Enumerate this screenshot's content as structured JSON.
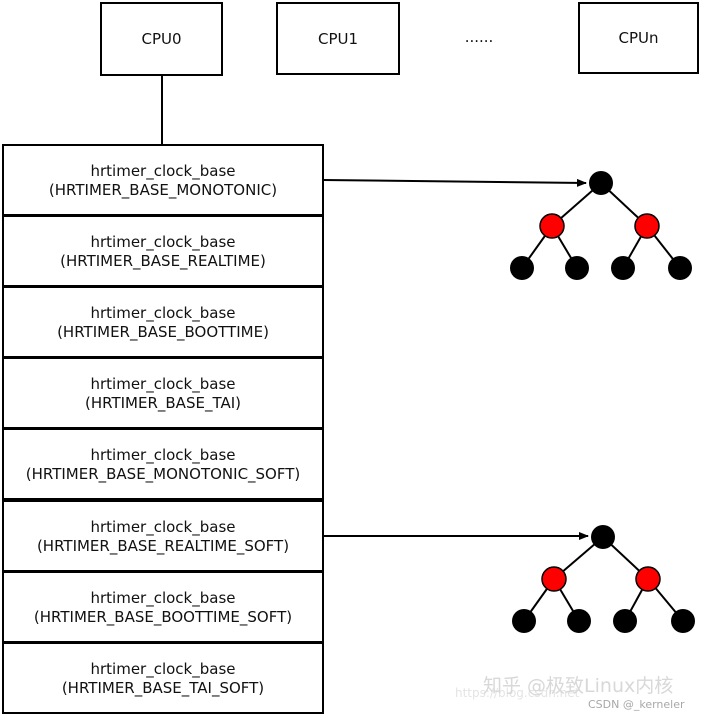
{
  "cpus": [
    {
      "label": "CPU0"
    },
    {
      "label": "CPU1"
    },
    {
      "label": "......"
    },
    {
      "label": "CPUn"
    }
  ],
  "clock_bases": [
    {
      "line1": "hrtimer_clock_base",
      "line2": "(HRTIMER_BASE_MONOTONIC)"
    },
    {
      "line1": "hrtimer_clock_base",
      "line2": "(HRTIMER_BASE_REALTIME)"
    },
    {
      "line1": "hrtimer_clock_base",
      "line2": "(HRTIMER_BASE_BOOTTIME)"
    },
    {
      "line1": "hrtimer_clock_base",
      "line2": "(HRTIMER_BASE_TAI)"
    },
    {
      "line1": "hrtimer_clock_base",
      "line2": "(HRTIMER_BASE_MONOTONIC_SOFT)"
    },
    {
      "line1": "hrtimer_clock_base",
      "line2": "(HRTIMER_BASE_REALTIME_SOFT)"
    },
    {
      "line1": "hrtimer_clock_base",
      "line2": "(HRTIMER_BASE_BOOTTIME_SOFT)"
    },
    {
      "line1": "hrtimer_clock_base",
      "line2": "(HRTIMER_BASE_TAI_SOFT)"
    }
  ],
  "trees": [
    {
      "attached_to": "(HRTIMER_BASE_MONOTONIC)",
      "node_colors": [
        "black",
        "red",
        "red",
        "black",
        "black",
        "black",
        "black"
      ]
    },
    {
      "attached_to": "(HRTIMER_BASE_REALTIME_SOFT)",
      "node_colors": [
        "black",
        "red",
        "red",
        "black",
        "black",
        "black",
        "black"
      ]
    }
  ],
  "colors": {
    "node_black": "#000000",
    "node_red": "#ff0000",
    "stroke": "#000000"
  },
  "watermark": {
    "brand": "知乎 @极致Linux内核",
    "csdn": "CSDN @_kerneler",
    "url": "https://blog.csdn.net"
  }
}
